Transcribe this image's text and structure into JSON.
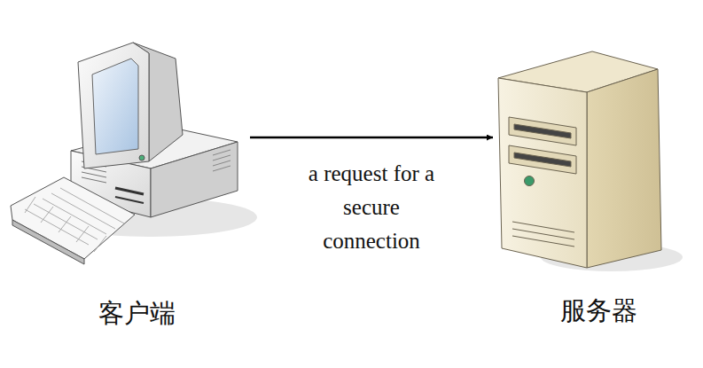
{
  "diagram": {
    "nodes": [
      {
        "text": [
          "客户端"
        ]
      },
      {
        "text": [
          "服务器"
        ]
      }
    ],
    "edges": [
      {
        "from": 0,
        "to": 1,
        "arrow": "to",
        "label": "a request for a secure connection"
      }
    ]
  }
}
